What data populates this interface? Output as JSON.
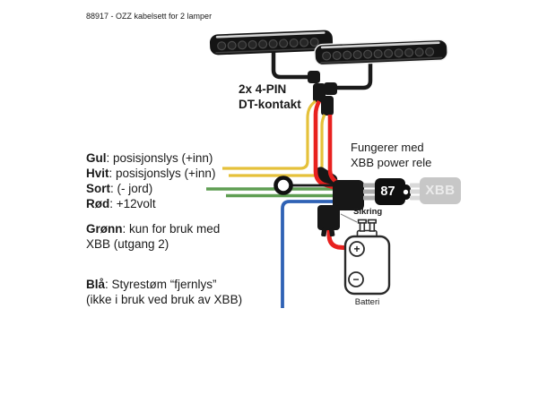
{
  "title": "88917 - OZZ kabelsett for 2 lamper",
  "connector_label": {
    "line1": "2x 4-PIN",
    "line2": "DT-kontakt"
  },
  "relay_note": {
    "line1": "Fungerer med",
    "line2": "XBB power rele"
  },
  "wire_labels": {
    "gul": {
      "name": "Gul",
      "desc": ": posisjonslys (+inn)"
    },
    "hvit": {
      "name": "Hvit",
      "desc": ": posisjonslys (+inn)"
    },
    "sort": {
      "name": "Sort",
      "desc": ": (- jord)"
    },
    "rod": {
      "name": "Rød",
      "desc": ": +12volt"
    },
    "gronn": {
      "name": "Grønn",
      "desc": ": kun for bruk med",
      "line2": "XBB (utgang 2)"
    },
    "bla": {
      "name": "Blå",
      "desc": ": Styrestøm “fjernlys”",
      "line2": "(ikke i bruk ved bruk av XBB)"
    }
  },
  "relay": {
    "pin_label": "87"
  },
  "xbb_relay": {
    "label": "XBB"
  },
  "fuse": {
    "label": "Sikring"
  },
  "battery": {
    "label": "Batteri",
    "plus": "+",
    "minus": "−"
  },
  "colors": {
    "ink": "#1a1a1a",
    "wire_yellow": "#e5c13a",
    "wire_red": "#e8211f",
    "wire_green": "#5f9e53",
    "wire_blue": "#2f62b5",
    "xbb_box": "#c7c7c7",
    "xbb_text": "#ebebeb"
  }
}
